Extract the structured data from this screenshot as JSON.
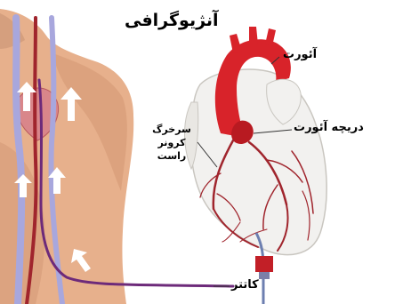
{
  "title": "آنژیوگرافی",
  "labels": {
    "aorta": "آئورت",
    "aortic_valve": "دریچه آئورت",
    "right_coronary_artery": "سرخرگ کرونر راست",
    "catheter": "کاتتر"
  },
  "colors": {
    "skin": "#e7b08c",
    "skin_shadow": "#c98c6a",
    "heart_fill": "#f2f1ef",
    "aorta": "#d8232a",
    "vessel": "#a0252d",
    "vein": "#a8a7dd",
    "catheter": "#6d2a7a",
    "arrow": "#ffffff"
  }
}
